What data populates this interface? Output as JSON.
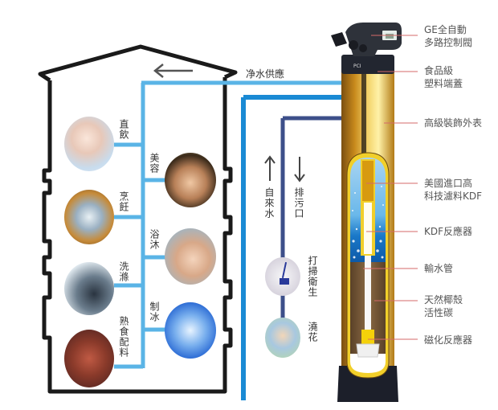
{
  "title": "House water purification supply diagram",
  "supply_label": "净水供應",
  "colors": {
    "house_outline": "#1a1a1a",
    "clean_pipe": "#5ab4e6",
    "tap_pipe": "#1a8ad4",
    "drain_pipe": "#3d4f8a",
    "tank_gold": "#d9a520",
    "tank_base": "#1c1f2a"
  },
  "house": {
    "left_uses": [
      {
        "label": "直飲",
        "icon": "woman-face-photo"
      },
      {
        "label": "烹飪",
        "icon": "cooking-pot-photo"
      },
      {
        "label": "洗滌",
        "icon": "washing-machine-photo"
      },
      {
        "label": "熟食配料",
        "icon": "cooked-food-photo"
      }
    ],
    "right_uses": [
      {
        "label": "美容",
        "icon": "beauty-spa-photo"
      },
      {
        "label": "浴沐",
        "icon": "shower-photo"
      },
      {
        "label": "制冰",
        "icon": "ice-cubes-photo"
      }
    ]
  },
  "pipes": {
    "inlet_label": "自來水",
    "drain_label": "排污口",
    "drain_uses": [
      {
        "label": "打掃衛生",
        "icon": "mop-photo"
      },
      {
        "label": "澆花",
        "icon": "watering-plants-photo"
      }
    ]
  },
  "tank_parts": [
    {
      "label": "GE全自動\n多路控制閥"
    },
    {
      "label": "食品級\n塑料端蓋"
    },
    {
      "label": "高級裝飾外表"
    },
    {
      "label": "美國進口高\n科技濾料KDF"
    },
    {
      "label": "KDF反應器"
    },
    {
      "label": "輸水管"
    },
    {
      "label": "天然椰殼\n活性碳"
    },
    {
      "label": "磁化反應器"
    }
  ],
  "valve_badge": "PCI"
}
